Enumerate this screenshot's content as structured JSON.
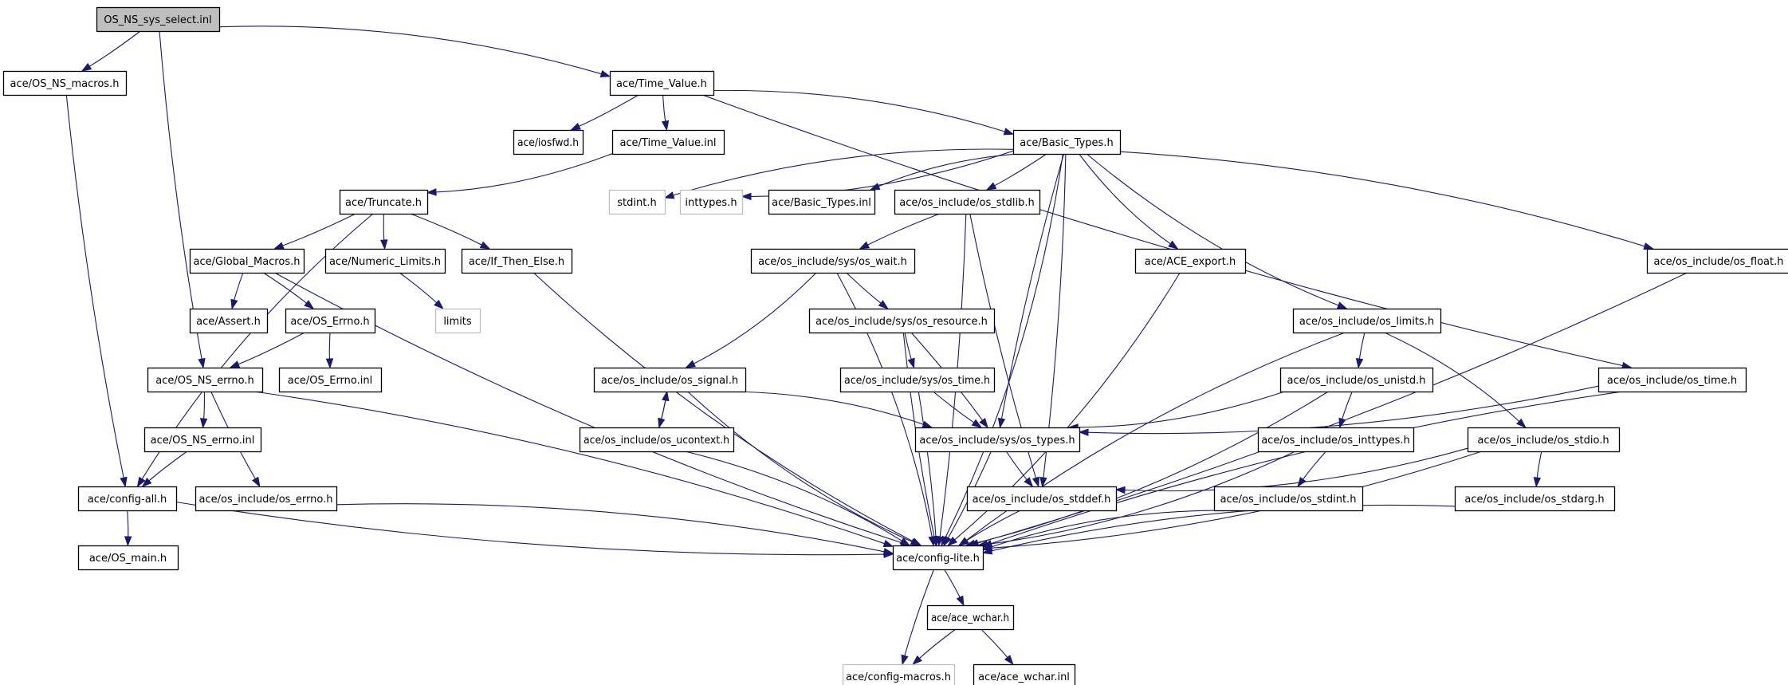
{
  "diagram": {
    "colors": {
      "edge": "#191970",
      "node_border": "#000000",
      "external_border": "#bfbfbf",
      "root_fill": "#bfbfbf"
    },
    "nodes": [
      {
        "id": "root",
        "label": "OS_NS_sys_select.inl",
        "kind": "root"
      },
      {
        "id": "os_ns_macros",
        "label": "ace/OS_NS_macros.h"
      },
      {
        "id": "time_value",
        "label": "ace/Time_Value.h"
      },
      {
        "id": "iosfwd",
        "label": "ace/iosfwd.h"
      },
      {
        "id": "time_value_inl",
        "label": "ace/Time_Value.inl"
      },
      {
        "id": "basic_types",
        "label": "ace/Basic_Types.h"
      },
      {
        "id": "truncate",
        "label": "ace/Truncate.h"
      },
      {
        "id": "stdint",
        "label": "stdint.h",
        "kind": "external"
      },
      {
        "id": "inttypes",
        "label": "inttypes.h",
        "kind": "external"
      },
      {
        "id": "basic_types_inl",
        "label": "ace/Basic_Types.inl"
      },
      {
        "id": "os_stdlib",
        "label": "ace/os_include/os_stdlib.h"
      },
      {
        "id": "global_macros",
        "label": "ace/Global_Macros.h"
      },
      {
        "id": "numeric_limits",
        "label": "ace/Numeric_Limits.h"
      },
      {
        "id": "if_then_else",
        "label": "ace/If_Then_Else.h"
      },
      {
        "id": "os_wait",
        "label": "ace/os_include/sys/os_wait.h"
      },
      {
        "id": "ace_export",
        "label": "ace/ACE_export.h"
      },
      {
        "id": "os_float",
        "label": "ace/os_include/os_float.h"
      },
      {
        "id": "assert",
        "label": "ace/Assert.h"
      },
      {
        "id": "os_errno_cls",
        "label": "ace/OS_Errno.h"
      },
      {
        "id": "limits",
        "label": "limits",
        "kind": "external"
      },
      {
        "id": "os_resource",
        "label": "ace/os_include/sys/os_resource.h"
      },
      {
        "id": "os_limits",
        "label": "ace/os_include/os_limits.h"
      },
      {
        "id": "os_ns_errno",
        "label": "ace/OS_NS_errno.h"
      },
      {
        "id": "os_errno_inl",
        "label": "ace/OS_Errno.inl"
      },
      {
        "id": "os_signal",
        "label": "ace/os_include/os_signal.h"
      },
      {
        "id": "sys_os_time",
        "label": "ace/os_include/sys/os_time.h"
      },
      {
        "id": "os_unistd",
        "label": "ace/os_include/os_unistd.h"
      },
      {
        "id": "os_time",
        "label": "ace/os_include/os_time.h"
      },
      {
        "id": "os_ns_errno_inl",
        "label": "ace/OS_NS_errno.inl"
      },
      {
        "id": "os_ucontext",
        "label": "ace/os_include/os_ucontext.h"
      },
      {
        "id": "sys_types",
        "label": "ace/os_include/sys/os_types.h"
      },
      {
        "id": "os_inttypes",
        "label": "ace/os_include/os_inttypes.h"
      },
      {
        "id": "os_stdio",
        "label": "ace/os_include/os_stdio.h"
      },
      {
        "id": "config_all",
        "label": "ace/config-all.h"
      },
      {
        "id": "os_errno_h",
        "label": "ace/os_include/os_errno.h"
      },
      {
        "id": "os_stddef",
        "label": "ace/os_include/os_stddef.h"
      },
      {
        "id": "os_stdint",
        "label": "ace/os_include/os_stdint.h"
      },
      {
        "id": "os_stdarg",
        "label": "ace/os_include/os_stdarg.h"
      },
      {
        "id": "os_main",
        "label": "ace/OS_main.h"
      },
      {
        "id": "config_lite",
        "label": "ace/config-lite.h"
      },
      {
        "id": "ace_wchar",
        "label": "ace/ace_wchar.h"
      },
      {
        "id": "config_macros",
        "label": "ace/config-macros.h",
        "kind": "external"
      },
      {
        "id": "ace_wchar_inl",
        "label": "ace/ace_wchar.inl"
      }
    ],
    "edges": [
      [
        "root",
        "os_ns_macros"
      ],
      [
        "root",
        "os_ns_errno"
      ],
      [
        "root",
        "time_value"
      ],
      [
        "os_ns_macros",
        "config_all"
      ],
      [
        "time_value",
        "iosfwd"
      ],
      [
        "time_value",
        "time_value_inl"
      ],
      [
        "time_value",
        "basic_types"
      ],
      [
        "time_value",
        "os_time"
      ],
      [
        "time_value_inl",
        "truncate"
      ],
      [
        "basic_types",
        "stdint"
      ],
      [
        "basic_types",
        "inttypes"
      ],
      [
        "basic_types",
        "basic_types_inl"
      ],
      [
        "basic_types",
        "os_stdlib"
      ],
      [
        "basic_types",
        "sys_types"
      ],
      [
        "basic_types",
        "os_stddef"
      ],
      [
        "basic_types",
        "ace_export"
      ],
      [
        "basic_types",
        "config_lite"
      ],
      [
        "basic_types",
        "os_limits"
      ],
      [
        "basic_types",
        "os_float"
      ],
      [
        "truncate",
        "config_all"
      ],
      [
        "truncate",
        "global_macros"
      ],
      [
        "truncate",
        "numeric_limits"
      ],
      [
        "truncate",
        "if_then_else"
      ],
      [
        "global_macros",
        "assert"
      ],
      [
        "global_macros",
        "os_errno_cls"
      ],
      [
        "global_macros",
        "config_lite"
      ],
      [
        "numeric_limits",
        "limits"
      ],
      [
        "if_then_else",
        "config_lite"
      ],
      [
        "os_errno_cls",
        "os_ns_errno"
      ],
      [
        "os_errno_cls",
        "os_errno_inl"
      ],
      [
        "os_ns_errno",
        "os_ns_errno_inl"
      ],
      [
        "os_ns_errno",
        "os_errno_h"
      ],
      [
        "os_ns_errno",
        "config_lite"
      ],
      [
        "os_ns_errno_inl",
        "config_all"
      ],
      [
        "config_all",
        "os_main"
      ],
      [
        "config_all",
        "config_lite"
      ],
      [
        "os_errno_h",
        "config_lite"
      ],
      [
        "os_stdlib",
        "os_wait"
      ],
      [
        "os_stdlib",
        "config_lite"
      ],
      [
        "os_stdlib",
        "os_stddef"
      ],
      [
        "os_wait",
        "os_signal"
      ],
      [
        "os_wait",
        "os_resource"
      ],
      [
        "os_wait",
        "config_lite"
      ],
      [
        "os_resource",
        "sys_os_time"
      ],
      [
        "os_resource",
        "sys_types"
      ],
      [
        "os_resource",
        "config_lite"
      ],
      [
        "os_signal",
        "os_ucontext"
      ],
      [
        "os_ucontext",
        "os_signal"
      ],
      [
        "os_signal",
        "sys_types"
      ],
      [
        "os_signal",
        "config_lite"
      ],
      [
        "os_ucontext",
        "config_lite"
      ],
      [
        "sys_os_time",
        "sys_types"
      ],
      [
        "sys_os_time",
        "config_lite"
      ],
      [
        "sys_types",
        "os_stddef"
      ],
      [
        "sys_types",
        "config_lite"
      ],
      [
        "os_stddef",
        "config_lite"
      ],
      [
        "ace_export",
        "config_lite"
      ],
      [
        "os_limits",
        "os_unistd"
      ],
      [
        "os_limits",
        "os_stdio"
      ],
      [
        "os_limits",
        "config_lite"
      ],
      [
        "os_unistd",
        "sys_types"
      ],
      [
        "os_unistd",
        "os_inttypes"
      ],
      [
        "os_unistd",
        "config_lite"
      ],
      [
        "os_inttypes",
        "os_stdint"
      ],
      [
        "os_inttypes",
        "config_lite"
      ],
      [
        "os_stdint",
        "config_lite"
      ],
      [
        "os_stdio",
        "os_stddef"
      ],
      [
        "os_stdio",
        "os_stdarg"
      ],
      [
        "os_stdio",
        "config_lite"
      ],
      [
        "os_stdarg",
        "config_lite"
      ],
      [
        "os_time",
        "sys_types"
      ],
      [
        "os_time",
        "config_lite"
      ],
      [
        "os_float",
        "config_lite"
      ],
      [
        "config_lite",
        "config_macros"
      ],
      [
        "config_lite",
        "ace_wchar"
      ],
      [
        "ace_wchar",
        "config_macros"
      ],
      [
        "ace_wchar",
        "ace_wchar_inl"
      ]
    ]
  }
}
